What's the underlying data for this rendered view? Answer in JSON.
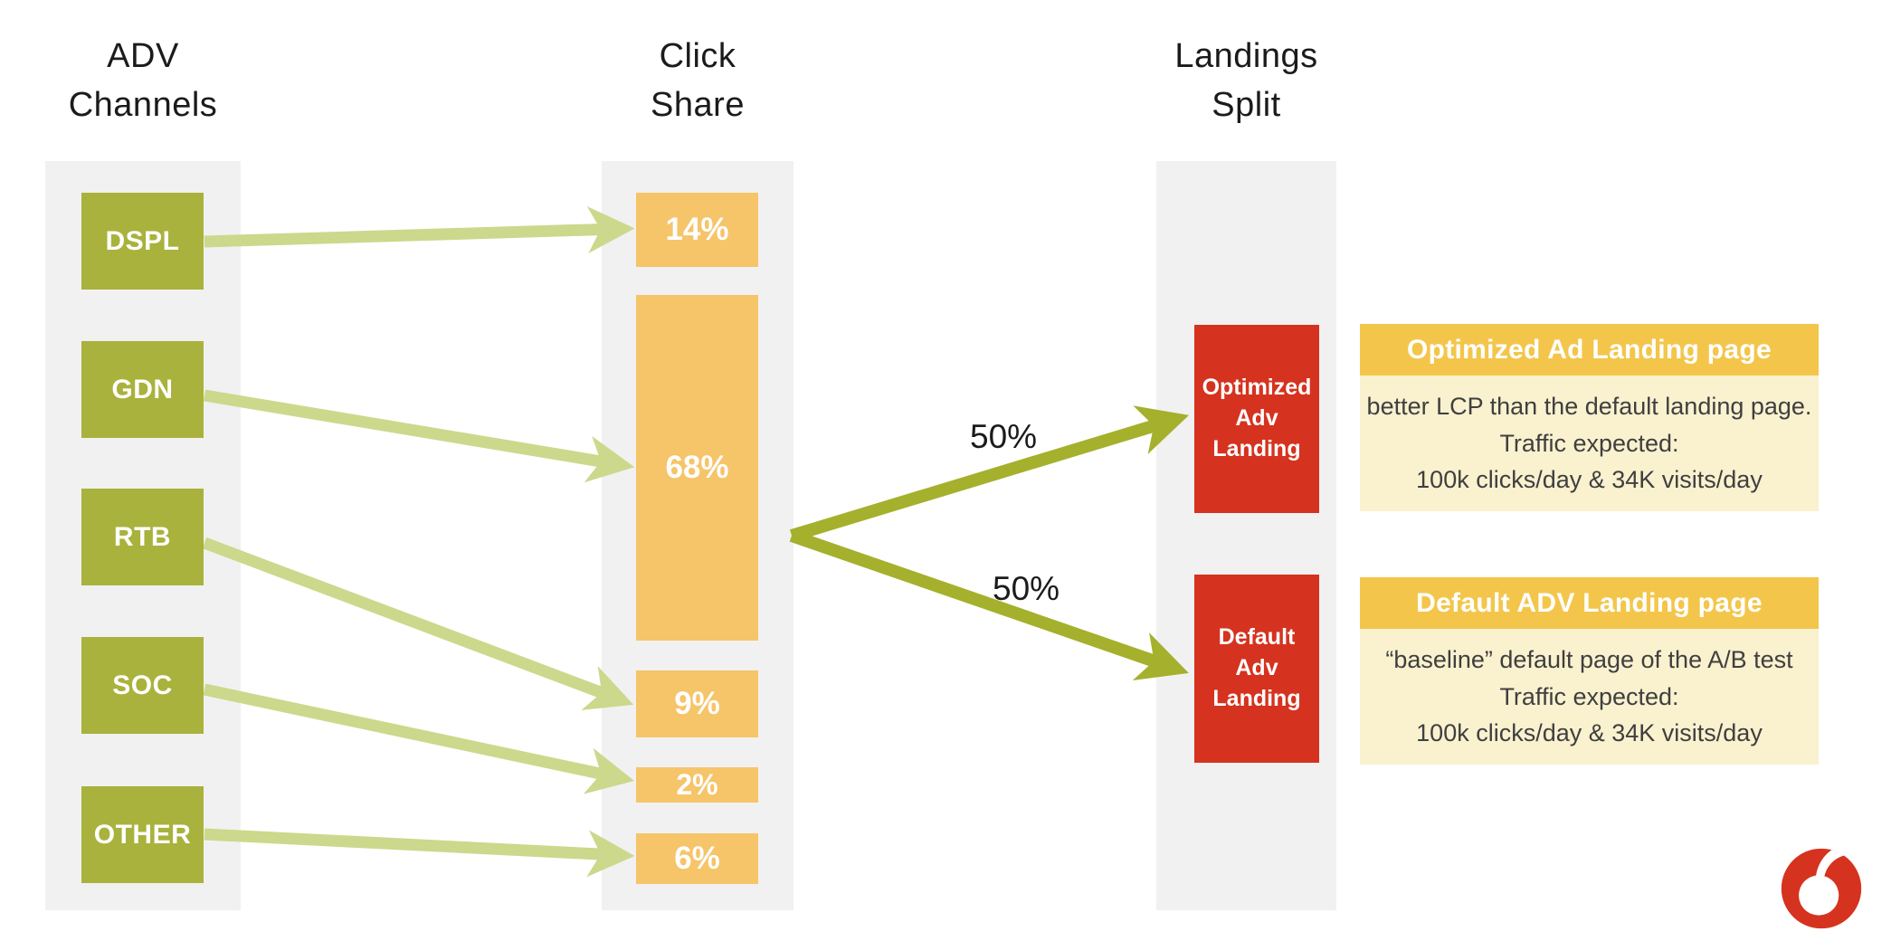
{
  "headers": {
    "adv_channels": "ADV\nChannels",
    "click_share": "Click\nShare",
    "landings_split": "Landings\nSplit"
  },
  "channels": [
    "DSPL",
    "GDN",
    "RTB",
    "SOC",
    "OTHER"
  ],
  "click_share": [
    "14%",
    "68%",
    "9%",
    "2%",
    "6%"
  ],
  "landing_boxes": [
    "Optimized\nAdv\nLanding",
    "Default\nAdv\nLanding"
  ],
  "split": {
    "top_label": "50%",
    "bottom_label": "50%"
  },
  "cards": [
    {
      "title": "Optimized Ad Landing page",
      "lines": [
        "better LCP than the default landing page.",
        "Traffic expected:",
        "100k clicks/day  & 34K visits/day"
      ]
    },
    {
      "title": "Default ADV Landing page",
      "lines": [
        "“baseline” default page of the A/B test",
        "Traffic expected:",
        "100k clicks/day  & 34K visits/day"
      ]
    }
  ],
  "flow": {
    "channel_to_share": [
      {
        "from": "DSPL",
        "to": "14%"
      },
      {
        "from": "GDN",
        "to": "68%"
      },
      {
        "from": "RTB",
        "to": "9%"
      },
      {
        "from": "SOC",
        "to": "2%"
      },
      {
        "from": "OTHER",
        "to": "6%"
      }
    ],
    "share_to_landing": [
      {
        "from": "click-share-column",
        "to": "Optimized Adv Landing",
        "share": "50%"
      },
      {
        "from": "click-share-column",
        "to": "Default Adv Landing",
        "share": "50%"
      }
    ]
  },
  "icons": {
    "brand_logo": "vodafone-speechmark-icon"
  },
  "colors": {
    "channel_green": "#a9b23c",
    "share_orange": "#f6c469",
    "landing_red": "#d5331f",
    "card_header_yellow": "#f3c64b",
    "card_body_yellow": "#faf1cf",
    "arrow_light": "#ccd88b",
    "arrow_dark": "#a5b02c",
    "column_bg": "#f1f1f1",
    "logo_red": "#d5331f"
  }
}
